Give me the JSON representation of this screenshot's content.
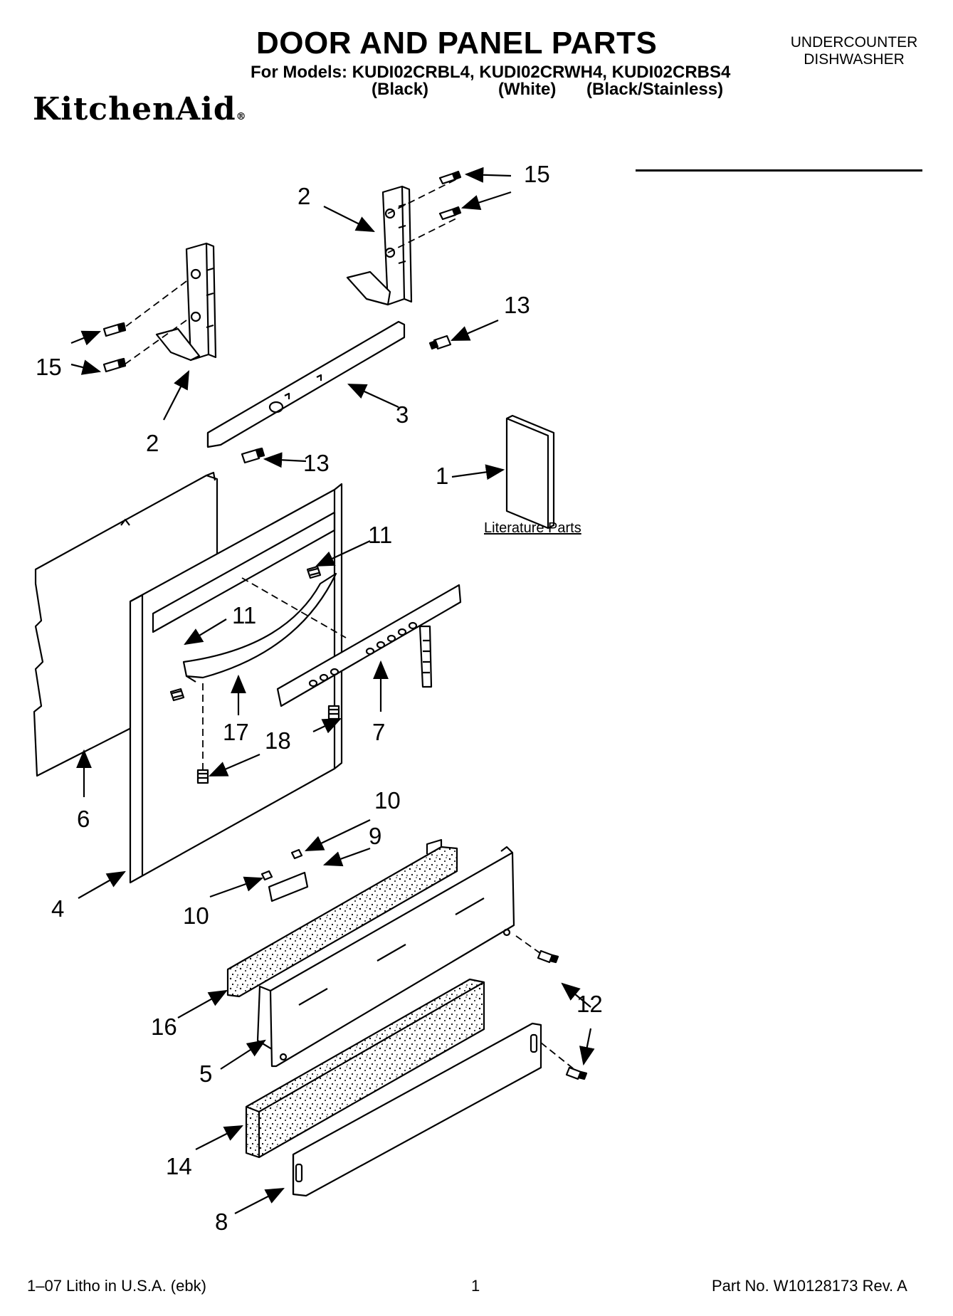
{
  "header": {
    "title": "DOOR AND PANEL PARTS",
    "models_line": "For Models: KUDI02CRBL4, KUDI02CRWH4, KUDI02CRBS4",
    "variants": [
      "(Black)",
      "(White)",
      "(Black/Stainless)"
    ],
    "brand": "KitchenAid",
    "brand_mark": "®",
    "product_line1": "UNDERCOUNTER",
    "product_line2": "DISHWASHER"
  },
  "callouts": {
    "c15_top": "15",
    "c2_top": "2",
    "c13_right": "13",
    "c15_left": "15",
    "c3": "3",
    "c2_left": "2",
    "c13_bottom": "13",
    "c1": "1",
    "c11_top": "11",
    "c11_left": "11",
    "c17": "17",
    "c18": "18",
    "c7": "7",
    "c6": "6",
    "c10_top": "10",
    "c9": "9",
    "c4": "4",
    "c10_bottom": "10",
    "c12": "12",
    "c16": "16",
    "c5": "5",
    "c14": "14",
    "c8": "8"
  },
  "literature_label": "Literature Parts",
  "footer": {
    "left": "1–07 Litho in U.S.A. (ebk)",
    "page": "1",
    "right": "Part No. W10128173 Rev. A"
  }
}
